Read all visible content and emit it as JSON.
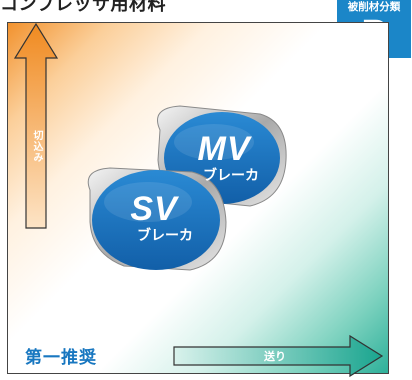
{
  "header": {
    "title": "コンプレッサ用材料",
    "badge_caption": "被削材分類",
    "badge_letter": "P"
  },
  "axes": {
    "y_label": "切込み",
    "x_label": "送り"
  },
  "chips": [
    {
      "code": "MV",
      "name": "ブレーカ"
    },
    {
      "code": "SV",
      "name": "ブレーカ"
    }
  ],
  "recommendation": "第一推奨",
  "colors": {
    "badge": "#1b86c8",
    "chip_blue": "#1a73c0",
    "y_gradient": "#f2922e",
    "x_gradient": "#2eb09a"
  }
}
